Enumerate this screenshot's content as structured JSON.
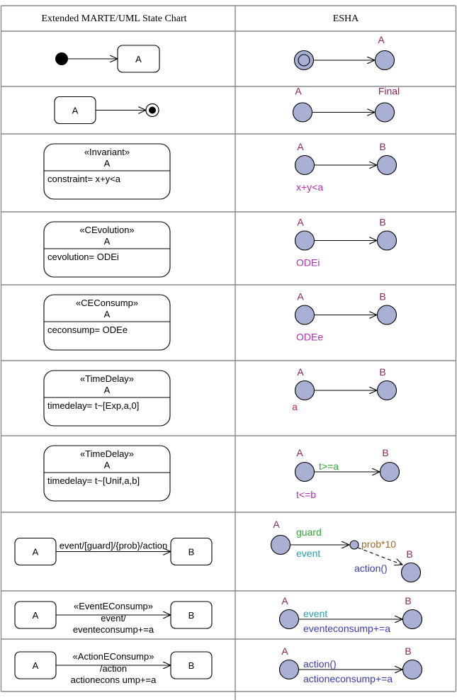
{
  "headers": {
    "left": "Extended MARTE/UML State Chart",
    "right": "ESHA"
  },
  "colors": {
    "state_fill": "#a9b0d4",
    "state_name": "#8b2557",
    "invariant": "#b030b0",
    "delay": "#cc2266",
    "guard": "#2ea830",
    "event": "#2aa0a8",
    "prob": "#a06a2a",
    "action": "#3b3bb0"
  },
  "rows": [
    {
      "uml": {
        "type": "initial",
        "state": "A"
      },
      "esha": {
        "type": "initial",
        "target": "A"
      }
    },
    {
      "uml": {
        "type": "final",
        "state": "A"
      },
      "esha": {
        "type": "final",
        "source": "A",
        "target": "Final"
      }
    },
    {
      "uml": {
        "type": "stereo",
        "stereotype": "«Invariant»",
        "state": "A",
        "property": "constraint= x+y<a"
      },
      "esha": {
        "type": "labeled",
        "source": "A",
        "target": "B",
        "label": "x+y<a",
        "label_role": "invariant"
      }
    },
    {
      "uml": {
        "type": "stereo",
        "stereotype": "«CEvolution»",
        "state": "A",
        "property": "cevolution= ODEi"
      },
      "esha": {
        "type": "labeled",
        "source": "A",
        "target": "B",
        "label": "ODEi",
        "label_role": "invariant"
      }
    },
    {
      "uml": {
        "type": "stereo",
        "stereotype": "«CEConsump»",
        "state": "A",
        "property": "ceconsump= ODEe"
      },
      "esha": {
        "type": "labeled",
        "source": "A",
        "target": "B",
        "label": "ODEe",
        "label_role": "invariant"
      }
    },
    {
      "uml": {
        "type": "stereo",
        "stereotype": "«TimeDelay»",
        "state": "A",
        "property": "timedelay= t~[Exp,a,0]"
      },
      "esha": {
        "type": "labeled",
        "source": "A",
        "target": "B",
        "label": "a",
        "label_role": "delay"
      }
    },
    {
      "uml": {
        "type": "stereo",
        "stereotype": "«TimeDelay»",
        "state": "A",
        "property": "timedelay= t~[Unif,a,b]"
      },
      "esha": {
        "type": "guarded",
        "source": "A",
        "target": "B",
        "guard": "t>=a",
        "invariant": "t<=b"
      }
    },
    {
      "uml": {
        "type": "transition",
        "source": "A",
        "target": "B",
        "label": "event/[guard]/{prob}/action"
      },
      "esha": {
        "type": "probabilistic",
        "source": "A",
        "target": "B",
        "guard": "guard",
        "event": "event",
        "prob": "prob*10",
        "action": "action()"
      }
    },
    {
      "uml": {
        "type": "transition3",
        "source": "A",
        "target": "B",
        "stereotype": "«EventEConsump»",
        "line2": "event/",
        "line3": "eventeconsump+=a"
      },
      "esha": {
        "type": "two",
        "source": "A",
        "target": "B",
        "top": "event",
        "top_role": "event",
        "bottom": "eventeconsump+=a"
      }
    },
    {
      "uml": {
        "type": "transition3",
        "source": "A",
        "target": "B",
        "stereotype": "«ActionEConsump»",
        "line2": "/action",
        "line3": "actionecons ump+=a"
      },
      "esha": {
        "type": "two",
        "source": "A",
        "target": "B",
        "top": "action()",
        "top_role": "action",
        "bottom": "actioneconsump+=a"
      }
    }
  ]
}
